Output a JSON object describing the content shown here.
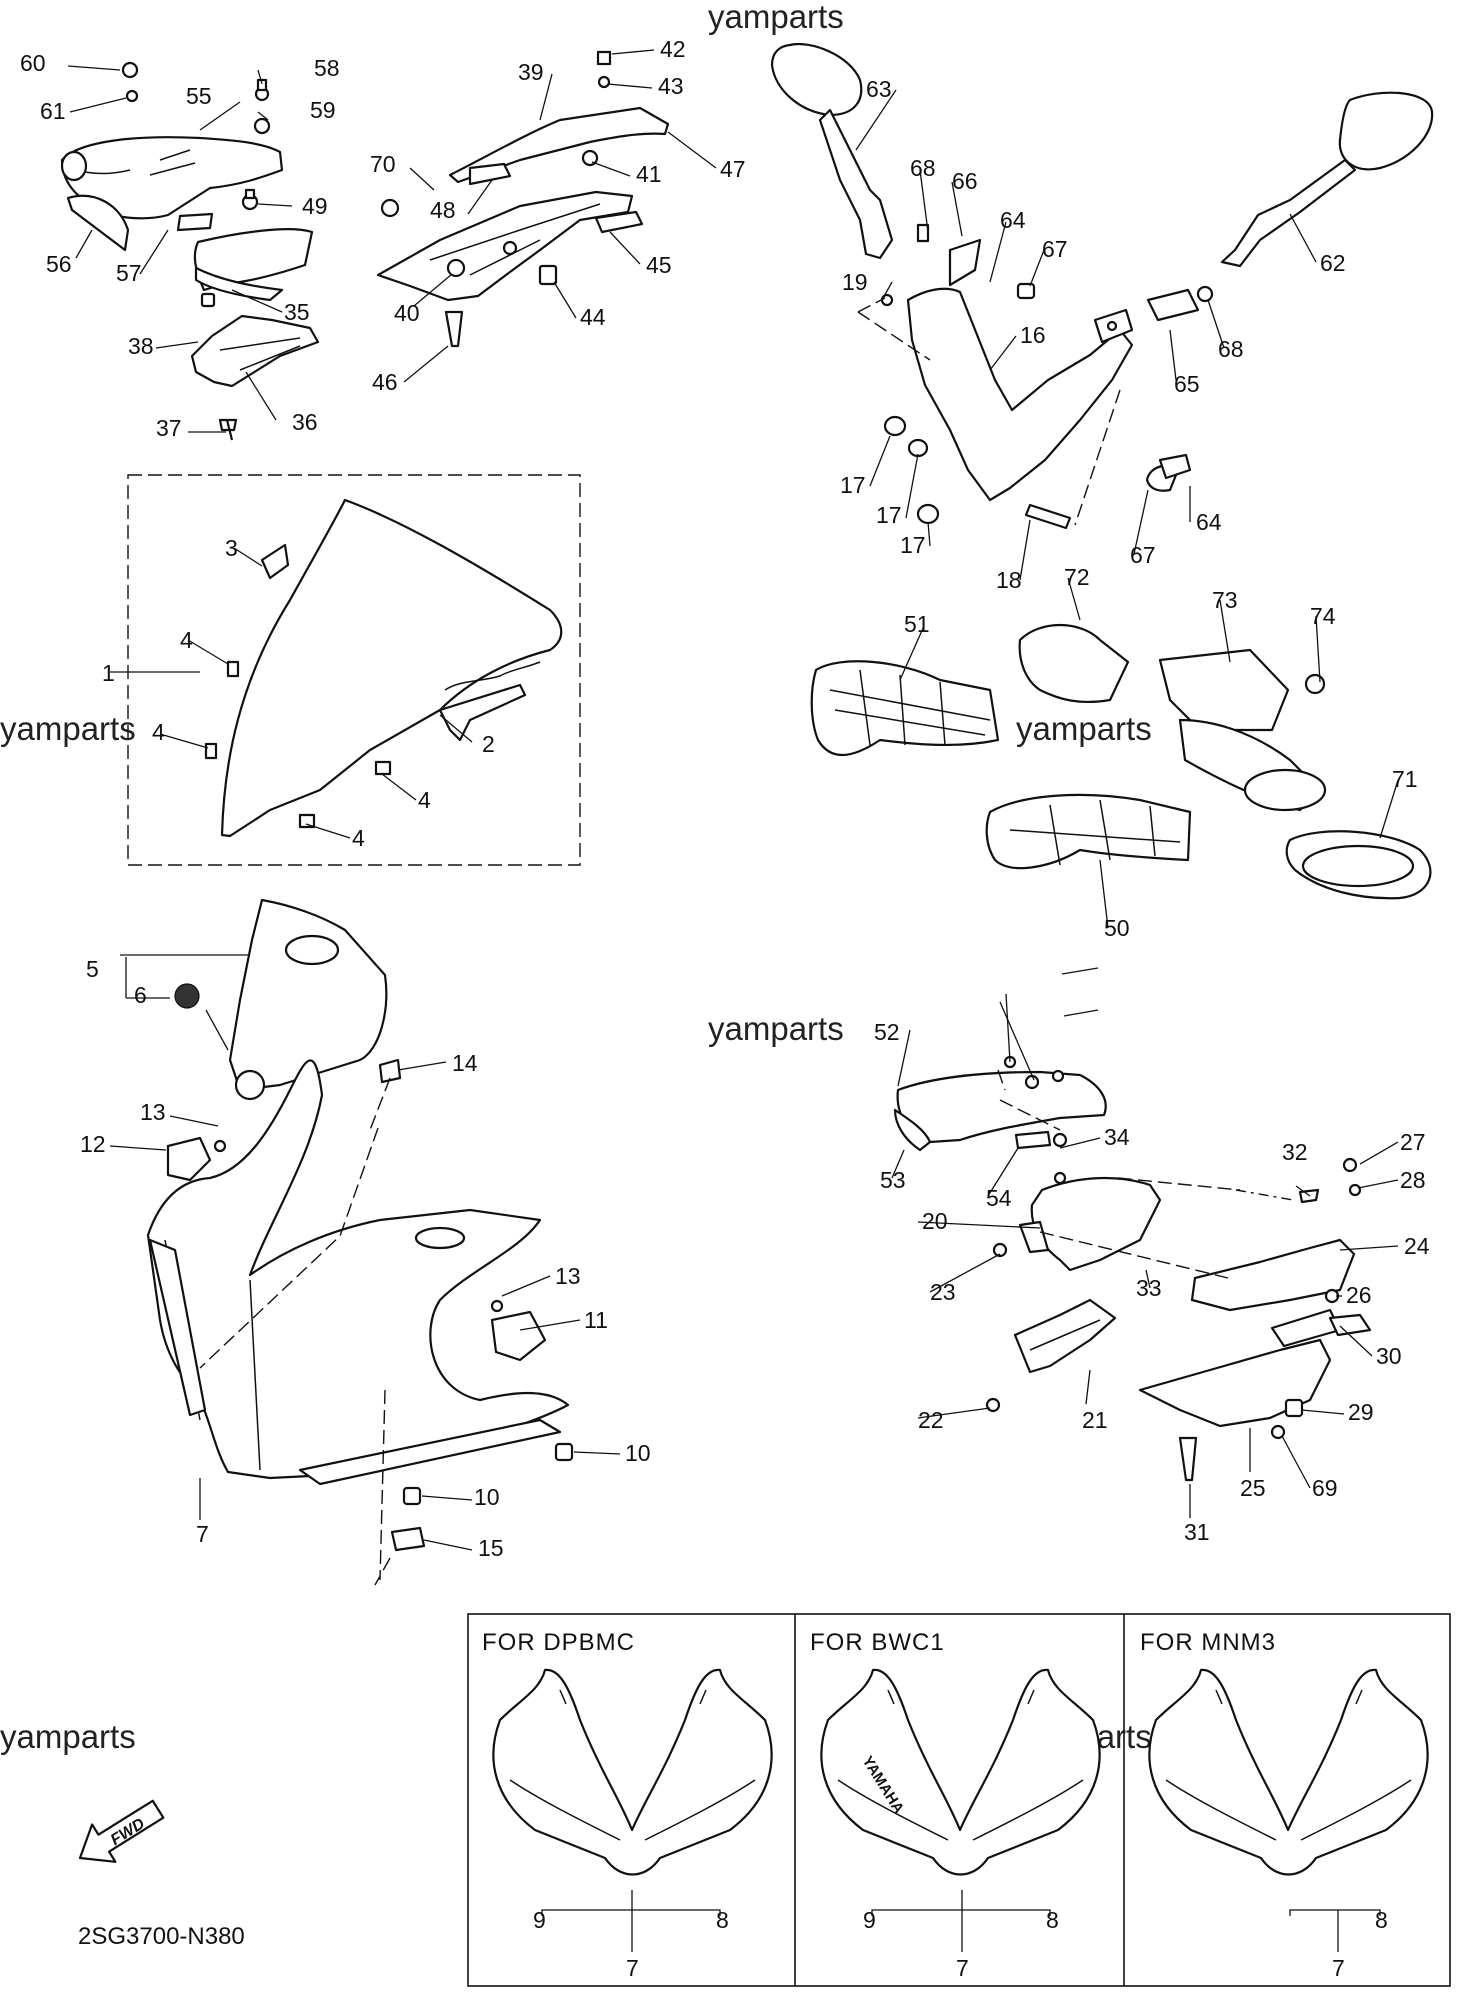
{
  "watermark": "yamparts",
  "diagram_code": "2SG3700-N380",
  "fwd_label": "FWD",
  "variant_panels": [
    {
      "title": "FOR DPBMC",
      "labels": [
        "9",
        "8",
        "7"
      ]
    },
    {
      "title": "FOR BWC1",
      "labels": [
        "9",
        "8",
        "7"
      ]
    },
    {
      "title": "FOR MNM3",
      "labels": [
        "8",
        "7"
      ]
    }
  ],
  "variant_brand_text": "YAMAHA",
  "callouts": {
    "n1": "1",
    "n2": "2",
    "n3": "3",
    "n4": "4",
    "n5": "5",
    "n6": "6",
    "n7": "7",
    "n10": "10",
    "n11": "11",
    "n12": "12",
    "n13": "13",
    "n14": "14",
    "n15": "15",
    "n16": "16",
    "n17": "17",
    "n18": "18",
    "n19": "19",
    "n20": "20",
    "n21": "21",
    "n22": "22",
    "n23": "23",
    "n24": "24",
    "n25": "25",
    "n26": "26",
    "n27": "27",
    "n28": "28",
    "n29": "29",
    "n30": "30",
    "n31": "31",
    "n32": "32",
    "n33": "33",
    "n34": "34",
    "n35": "35",
    "n36": "36",
    "n37": "37",
    "n38": "38",
    "n39": "39",
    "n40": "40",
    "n41": "41",
    "n42": "42",
    "n43": "43",
    "n44": "44",
    "n45": "45",
    "n46": "46",
    "n47": "47",
    "n48": "48",
    "n49": "49",
    "n50": "50",
    "n51": "51",
    "n52": "52",
    "n53": "53",
    "n54": "54",
    "n55": "55",
    "n56": "56",
    "n57": "57",
    "n58": "58",
    "n59": "59",
    "n60": "60",
    "n61": "61",
    "n62": "62",
    "n63": "63",
    "n64": "64",
    "n65": "65",
    "n66": "66",
    "n67": "67",
    "n68": "68",
    "n69": "69",
    "n70": "70",
    "n71": "71",
    "n72": "72",
    "n73": "73",
    "n74": "74"
  }
}
